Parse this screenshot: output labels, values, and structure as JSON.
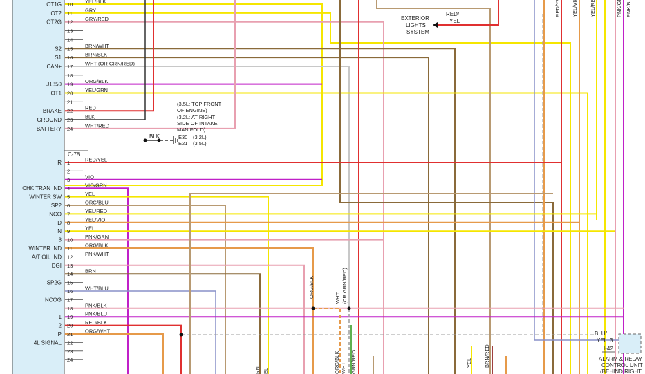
{
  "colors": {
    "panel": "#d9eef8",
    "panel_border": "#555555",
    "yellow": "#f5e600",
    "red": "#e03030",
    "gray": "#9c9c9c",
    "brown": "#8a6a3a",
    "pink": "#e8a0b0",
    "violet": "#c020c8",
    "orange": "#e69a4a",
    "tan": "#b89a72",
    "white_wire": "#c8c8c8",
    "black": "#333333",
    "blue": "#2030a0",
    "green": "#60b050",
    "slate": "#8890c8",
    "dark_red": "#a04040"
  },
  "connector_label": "C-78",
  "pins_top": [
    {
      "num": "10",
      "pin_label": "OT1G",
      "wire_label": "YEL/BLK"
    },
    {
      "num": "11",
      "pin_label": "OT2",
      "wire_label": "GRY"
    },
    {
      "num": "12",
      "pin_label": "OT2G",
      "wire_label": "GRY/RED"
    },
    {
      "num": "13",
      "pin_label": "",
      "wire_label": ""
    },
    {
      "num": "14",
      "pin_label": "",
      "wire_label": ""
    },
    {
      "num": "15",
      "pin_label": "S2",
      "wire_label": "BRN/WHT"
    },
    {
      "num": "16",
      "pin_label": "S1",
      "wire_label": "BRN/BLK"
    },
    {
      "num": "17",
      "pin_label": "CAN+",
      "wire_label": "WHT (OR GRN/RED)"
    },
    {
      "num": "18",
      "pin_label": "",
      "wire_label": ""
    },
    {
      "num": "19",
      "pin_label": "J1850",
      "wire_label": "ORG/BLK"
    },
    {
      "num": "20",
      "pin_label": "OT1",
      "wire_label": "YEL/GRN"
    },
    {
      "num": "21",
      "pin_label": "",
      "wire_label": ""
    },
    {
      "num": "22",
      "pin_label": "BRAKE",
      "wire_label": "RED"
    },
    {
      "num": "23",
      "pin_label": "GROUND",
      "wire_label": "BLK"
    },
    {
      "num": "24",
      "pin_label": "BATTERY",
      "wire_label": "WHT/RED"
    }
  ],
  "pins_bottom": [
    {
      "num": "1",
      "pin_label": "R",
      "wire_label": "RED/YEL"
    },
    {
      "num": "2",
      "pin_label": "",
      "wire_label": ""
    },
    {
      "num": "3",
      "pin_label": "",
      "wire_label": "VIO"
    },
    {
      "num": "4",
      "pin_label": "CHK TRAN IND",
      "wire_label": "VIO/GRN"
    },
    {
      "num": "5",
      "pin_label": "WINTER SW",
      "wire_label": "YEL"
    },
    {
      "num": "6",
      "pin_label": "SP2",
      "wire_label": "ORG/BLU"
    },
    {
      "num": "7",
      "pin_label": "NCO",
      "wire_label": "YEL/RED"
    },
    {
      "num": "8",
      "pin_label": "D",
      "wire_label": "YEL/VIO"
    },
    {
      "num": "9",
      "pin_label": "N",
      "wire_label": "YEL"
    },
    {
      "num": "10",
      "pin_label": "3",
      "wire_label": "PNK/GRN"
    },
    {
      "num": "11",
      "pin_label": "WINTER IND",
      "wire_label": "ORG/BLK"
    },
    {
      "num": "12",
      "pin_label": "A/T OIL IND",
      "wire_label": "PNK/WHT"
    },
    {
      "num": "13",
      "pin_label": "DGI",
      "wire_label": ""
    },
    {
      "num": "14",
      "pin_label": "",
      "wire_label": "BRN"
    },
    {
      "num": "15",
      "pin_label": "SP2G",
      "wire_label": ""
    },
    {
      "num": "16",
      "pin_label": "",
      "wire_label": "WHT/BLU"
    },
    {
      "num": "17",
      "pin_label": "NCOG",
      "wire_label": ""
    },
    {
      "num": "18",
      "pin_label": "",
      "wire_label": "PNK/BLK"
    },
    {
      "num": "19",
      "pin_label": "1",
      "wire_label": "PNK/BLU"
    },
    {
      "num": "20",
      "pin_label": "2",
      "wire_label": "RED/BLK"
    },
    {
      "num": "21",
      "pin_label": "P",
      "wire_label": "ORG/WHT"
    },
    {
      "num": "22",
      "pin_label": "4L SIGNAL",
      "wire_label": ""
    },
    {
      "num": "23",
      "pin_label": "",
      "wire_label": ""
    },
    {
      "num": "24",
      "pin_label": "",
      "wire_label": ""
    }
  ],
  "ground_note": [
    "(3.5L: TOP FRONT",
    "OF ENGINE)",
    "(3.2L: AT RIGHT",
    "SIDE OF INTAKE",
    "MANIFOLD)"
  ],
  "ground_wire_label": "BLK",
  "ground_refs": [
    {
      "code": "E30",
      "engine": "(3.2L)"
    },
    {
      "code": "E21",
      "engine": "(3.5L)"
    }
  ],
  "exterior_lights": [
    "EXTERIOR",
    "LIGHTS",
    "SYSTEM"
  ],
  "exterior_wire_label": [
    "RED/",
    "YEL"
  ],
  "top_right_labels": [
    "RED/YEL",
    "YEL/VIO",
    "YEL/RED",
    "PNK/GRN",
    "PNK/BLU"
  ],
  "mid_labels": [
    "ORG/BLK",
    "WHT",
    "(OR GRN/RED)"
  ],
  "bottom_labels": [
    "RN",
    "EL",
    "ORG/BLK",
    "WHT",
    "GRN/RED",
    "YEL",
    "BRN/RED"
  ],
  "relay_wire_label": [
    "BLU/",
    "YEL"
  ],
  "relay_pin": "3",
  "relay_connector": "I-42",
  "relay_name": [
    "ALARM & RELAY",
    "CONTROL UNIT",
    "(BEHIND RIGHT"
  ]
}
